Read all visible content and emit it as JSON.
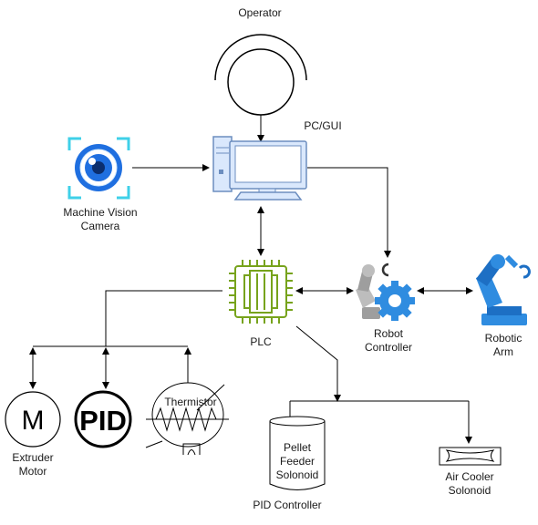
{
  "nodes": {
    "operator": {
      "label": "Operator"
    },
    "pc_gui": {
      "label": "PC/GUI"
    },
    "machine_vision_camera": {
      "label_line1": "Machine Vision",
      "label_line2": "Camera"
    },
    "plc": {
      "label": "PLC"
    },
    "robot_controller": {
      "label_line1": "Robot",
      "label_line2": "Controller"
    },
    "robotic_arm": {
      "label_line1": "Robotic",
      "label_line2": "Arm"
    },
    "extruder_motor": {
      "symbol": "M",
      "label_line1": "Extruder",
      "label_line2": "Motor"
    },
    "pid": {
      "symbol": "PID"
    },
    "thermistor": {
      "label": "Thermistor"
    },
    "pellet_feeder_solenoid": {
      "label_line1": "Pellet",
      "label_line2": "Feeder",
      "label_line3": "Solonoid"
    },
    "air_cooler_solenoid": {
      "label_line1": "Air Cooler",
      "label_line2": "Solonoid"
    },
    "pid_controller": {
      "label": "PID Controller"
    }
  },
  "colors": {
    "line": "#000000",
    "monitor_fill": "#dae8fc",
    "monitor_stroke": "#6c8ebf",
    "plc_green": "#77a31c",
    "camera_cyan": "#3fd0e8",
    "camera_blue": "#1f6fe0",
    "robot_blue": "#2f8ce0",
    "robot_gray": "#9e9e9e"
  }
}
